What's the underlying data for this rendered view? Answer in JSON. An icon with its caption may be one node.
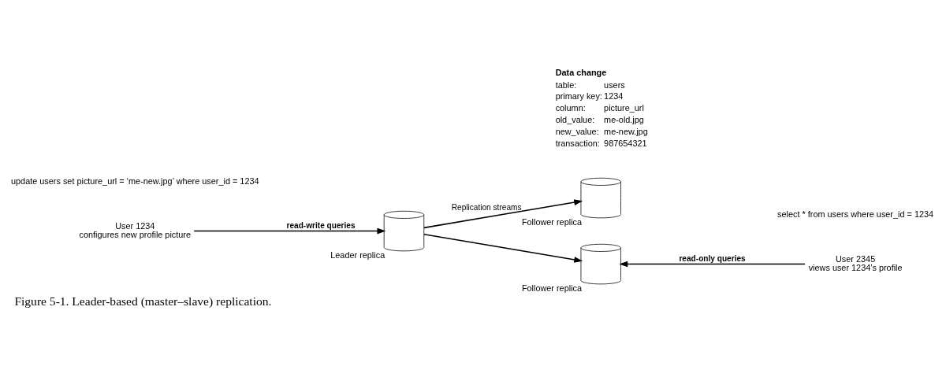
{
  "diagram": {
    "caption": "Figure 5-1. Leader-based (master–slave) replication.",
    "nodes": [
      {
        "text": [
          "User 1234",
          "configures new profile picture"
        ]
      },
      {
        "text": [
          "Leader replica"
        ]
      },
      {
        "text": [
          "Follower replica"
        ]
      },
      {
        "text": [
          "Follower replica"
        ]
      },
      {
        "text": [
          "User 2345",
          "views user 1234’s profile"
        ]
      }
    ],
    "edges": [
      {
        "from": 0,
        "to": 1,
        "arrow": "to",
        "label": "read-write queries"
      },
      {
        "from": 1,
        "to": 2,
        "arrow": "to",
        "label": "Replication streams"
      },
      {
        "from": 1,
        "to": 3,
        "arrow": "to"
      },
      {
        "from": 4,
        "to": 3,
        "arrow": "to",
        "label": "read-only queries"
      }
    ],
    "labels": [
      "update users set picture_url = ‘me-new.jpg’ where user_id = 1234",
      "select * from users where user_id = 1234",
      "Data change",
      "table:",
      "users",
      "primary key:",
      "1234",
      "column:",
      "picture_url",
      "old_value:",
      "me-old.jpg",
      "new_value:",
      "me-new.jpg",
      "transaction:",
      "987654321"
    ]
  }
}
